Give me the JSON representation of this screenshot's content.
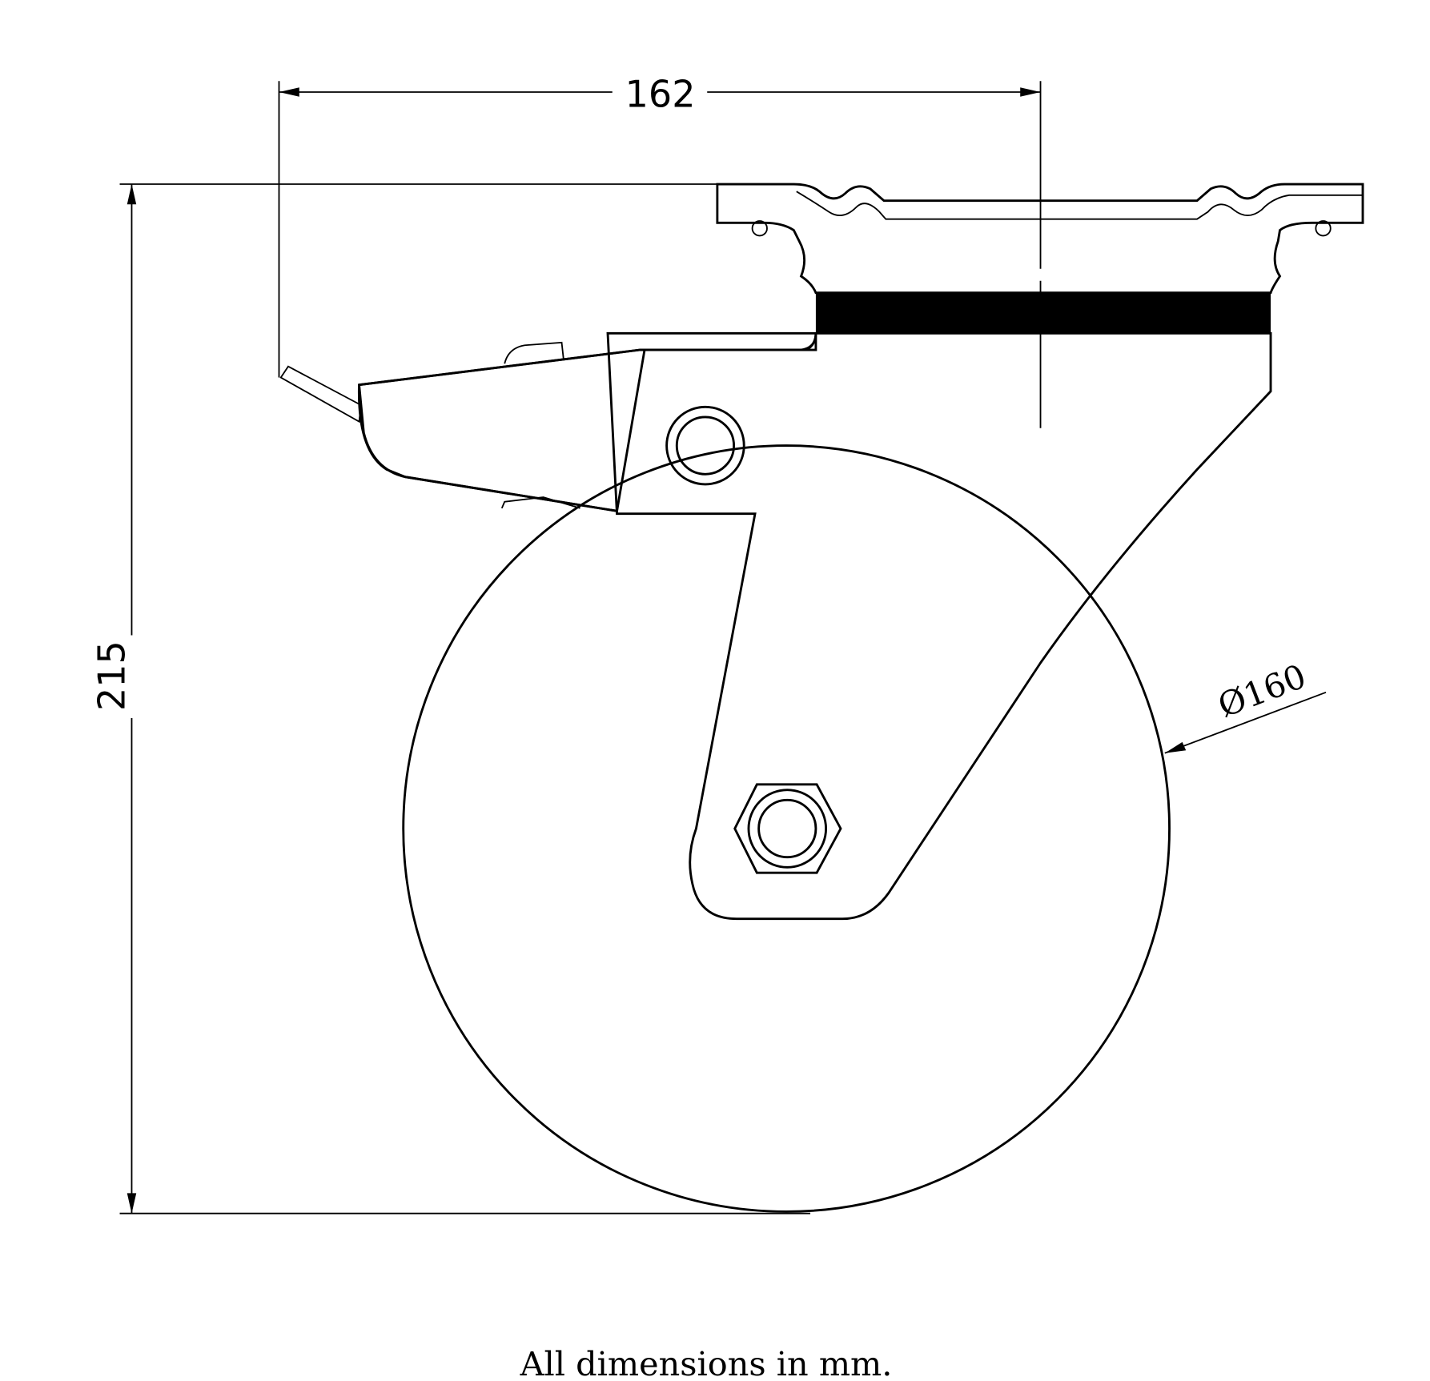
{
  "drawing": {
    "width_dimension": "162",
    "height_dimension": "215",
    "wheel_diameter": "Ø160",
    "footer_note": "All dimensions in mm."
  },
  "colors": {
    "line": "#000000",
    "background": "#ffffff"
  }
}
